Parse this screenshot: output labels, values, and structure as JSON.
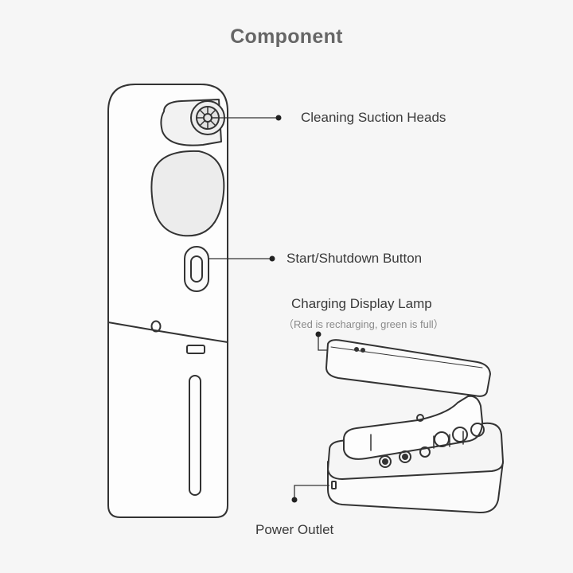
{
  "title": "Component",
  "callouts": {
    "suction_heads": "Cleaning Suction Heads",
    "start_button": "Start/Shutdown Button",
    "charging_lamp": "Charging Display Lamp",
    "charging_note": "（Red is recharging, green is full）",
    "power_outlet": "Power Outlet"
  },
  "colors": {
    "background": "#f6f6f6",
    "outline": "#333333",
    "title": "#666666"
  }
}
